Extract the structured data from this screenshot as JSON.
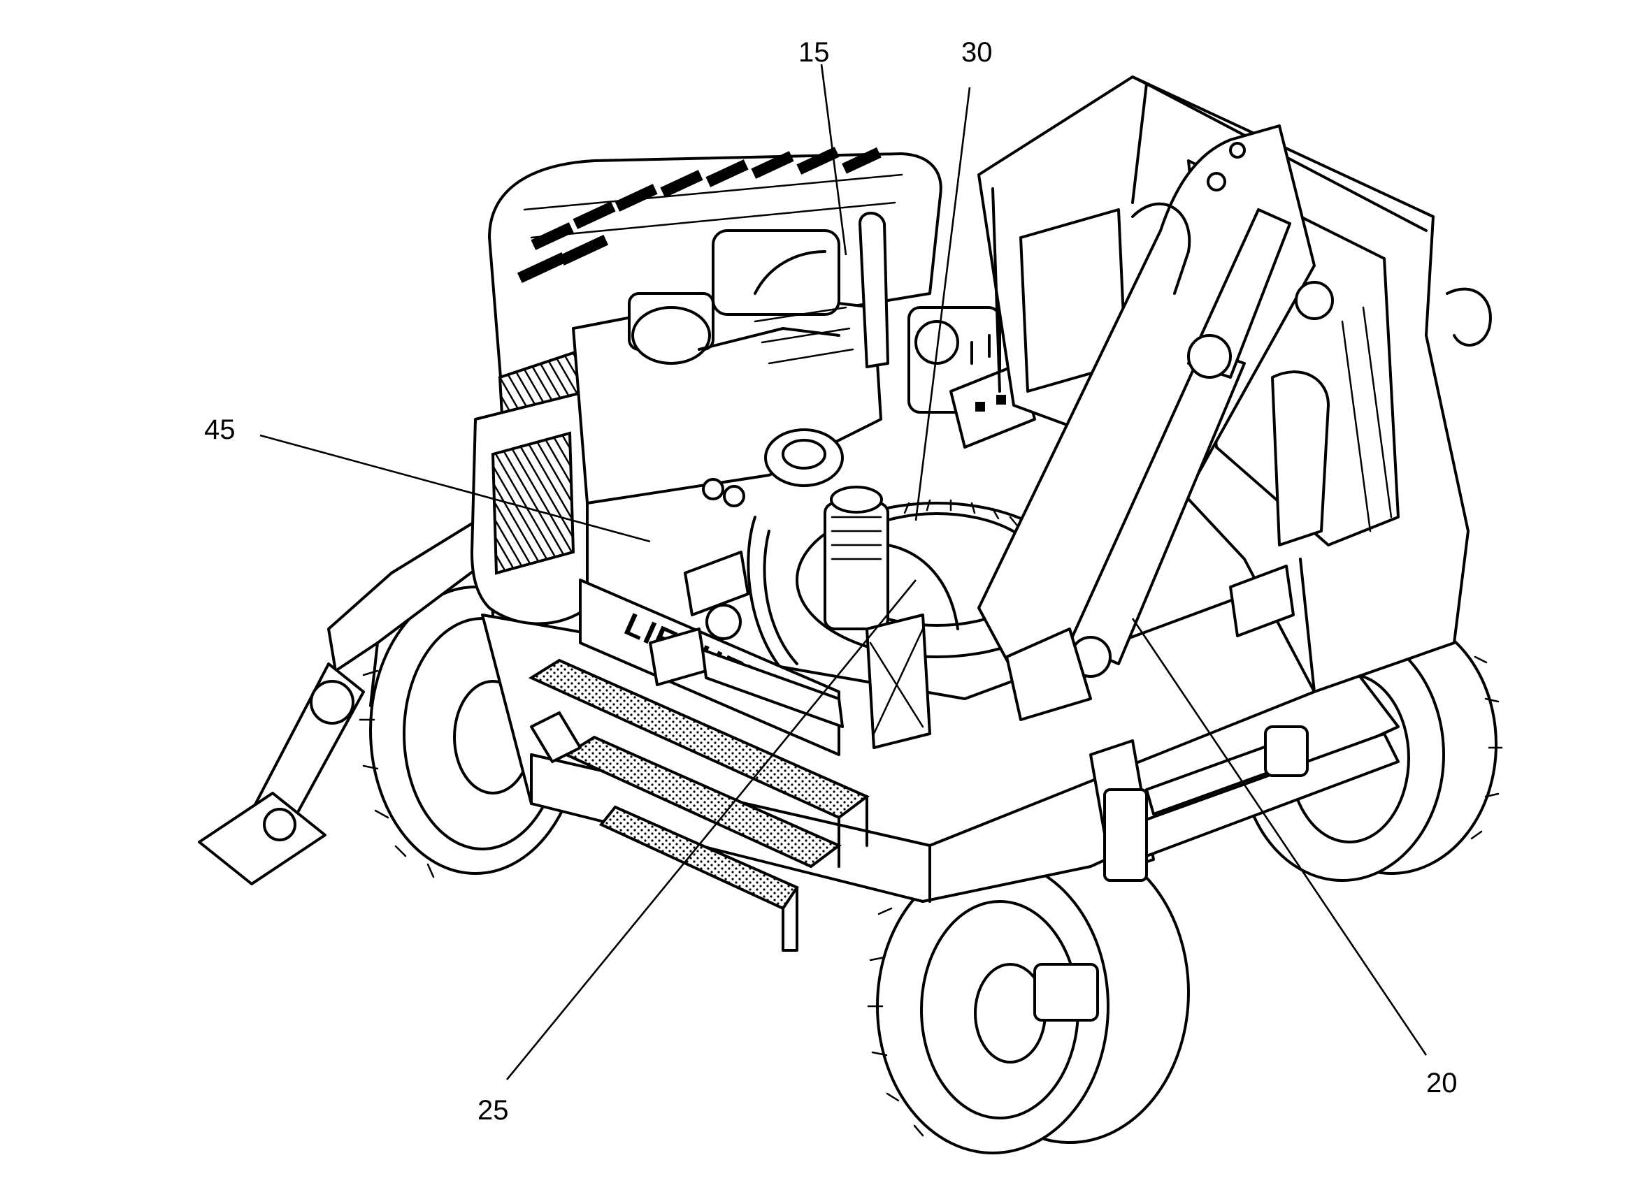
{
  "illustration": {
    "subject": "wheeled-excavator-cutaway",
    "brand_text": "LIEBHERR"
  },
  "callouts": [
    {
      "id": "15",
      "label": "15"
    },
    {
      "id": "30",
      "label": "30"
    },
    {
      "id": "45",
      "label": "45"
    },
    {
      "id": "25",
      "label": "25"
    },
    {
      "id": "20",
      "label": "20"
    }
  ],
  "colors": {
    "ink": "#000000",
    "paper": "#ffffff"
  }
}
